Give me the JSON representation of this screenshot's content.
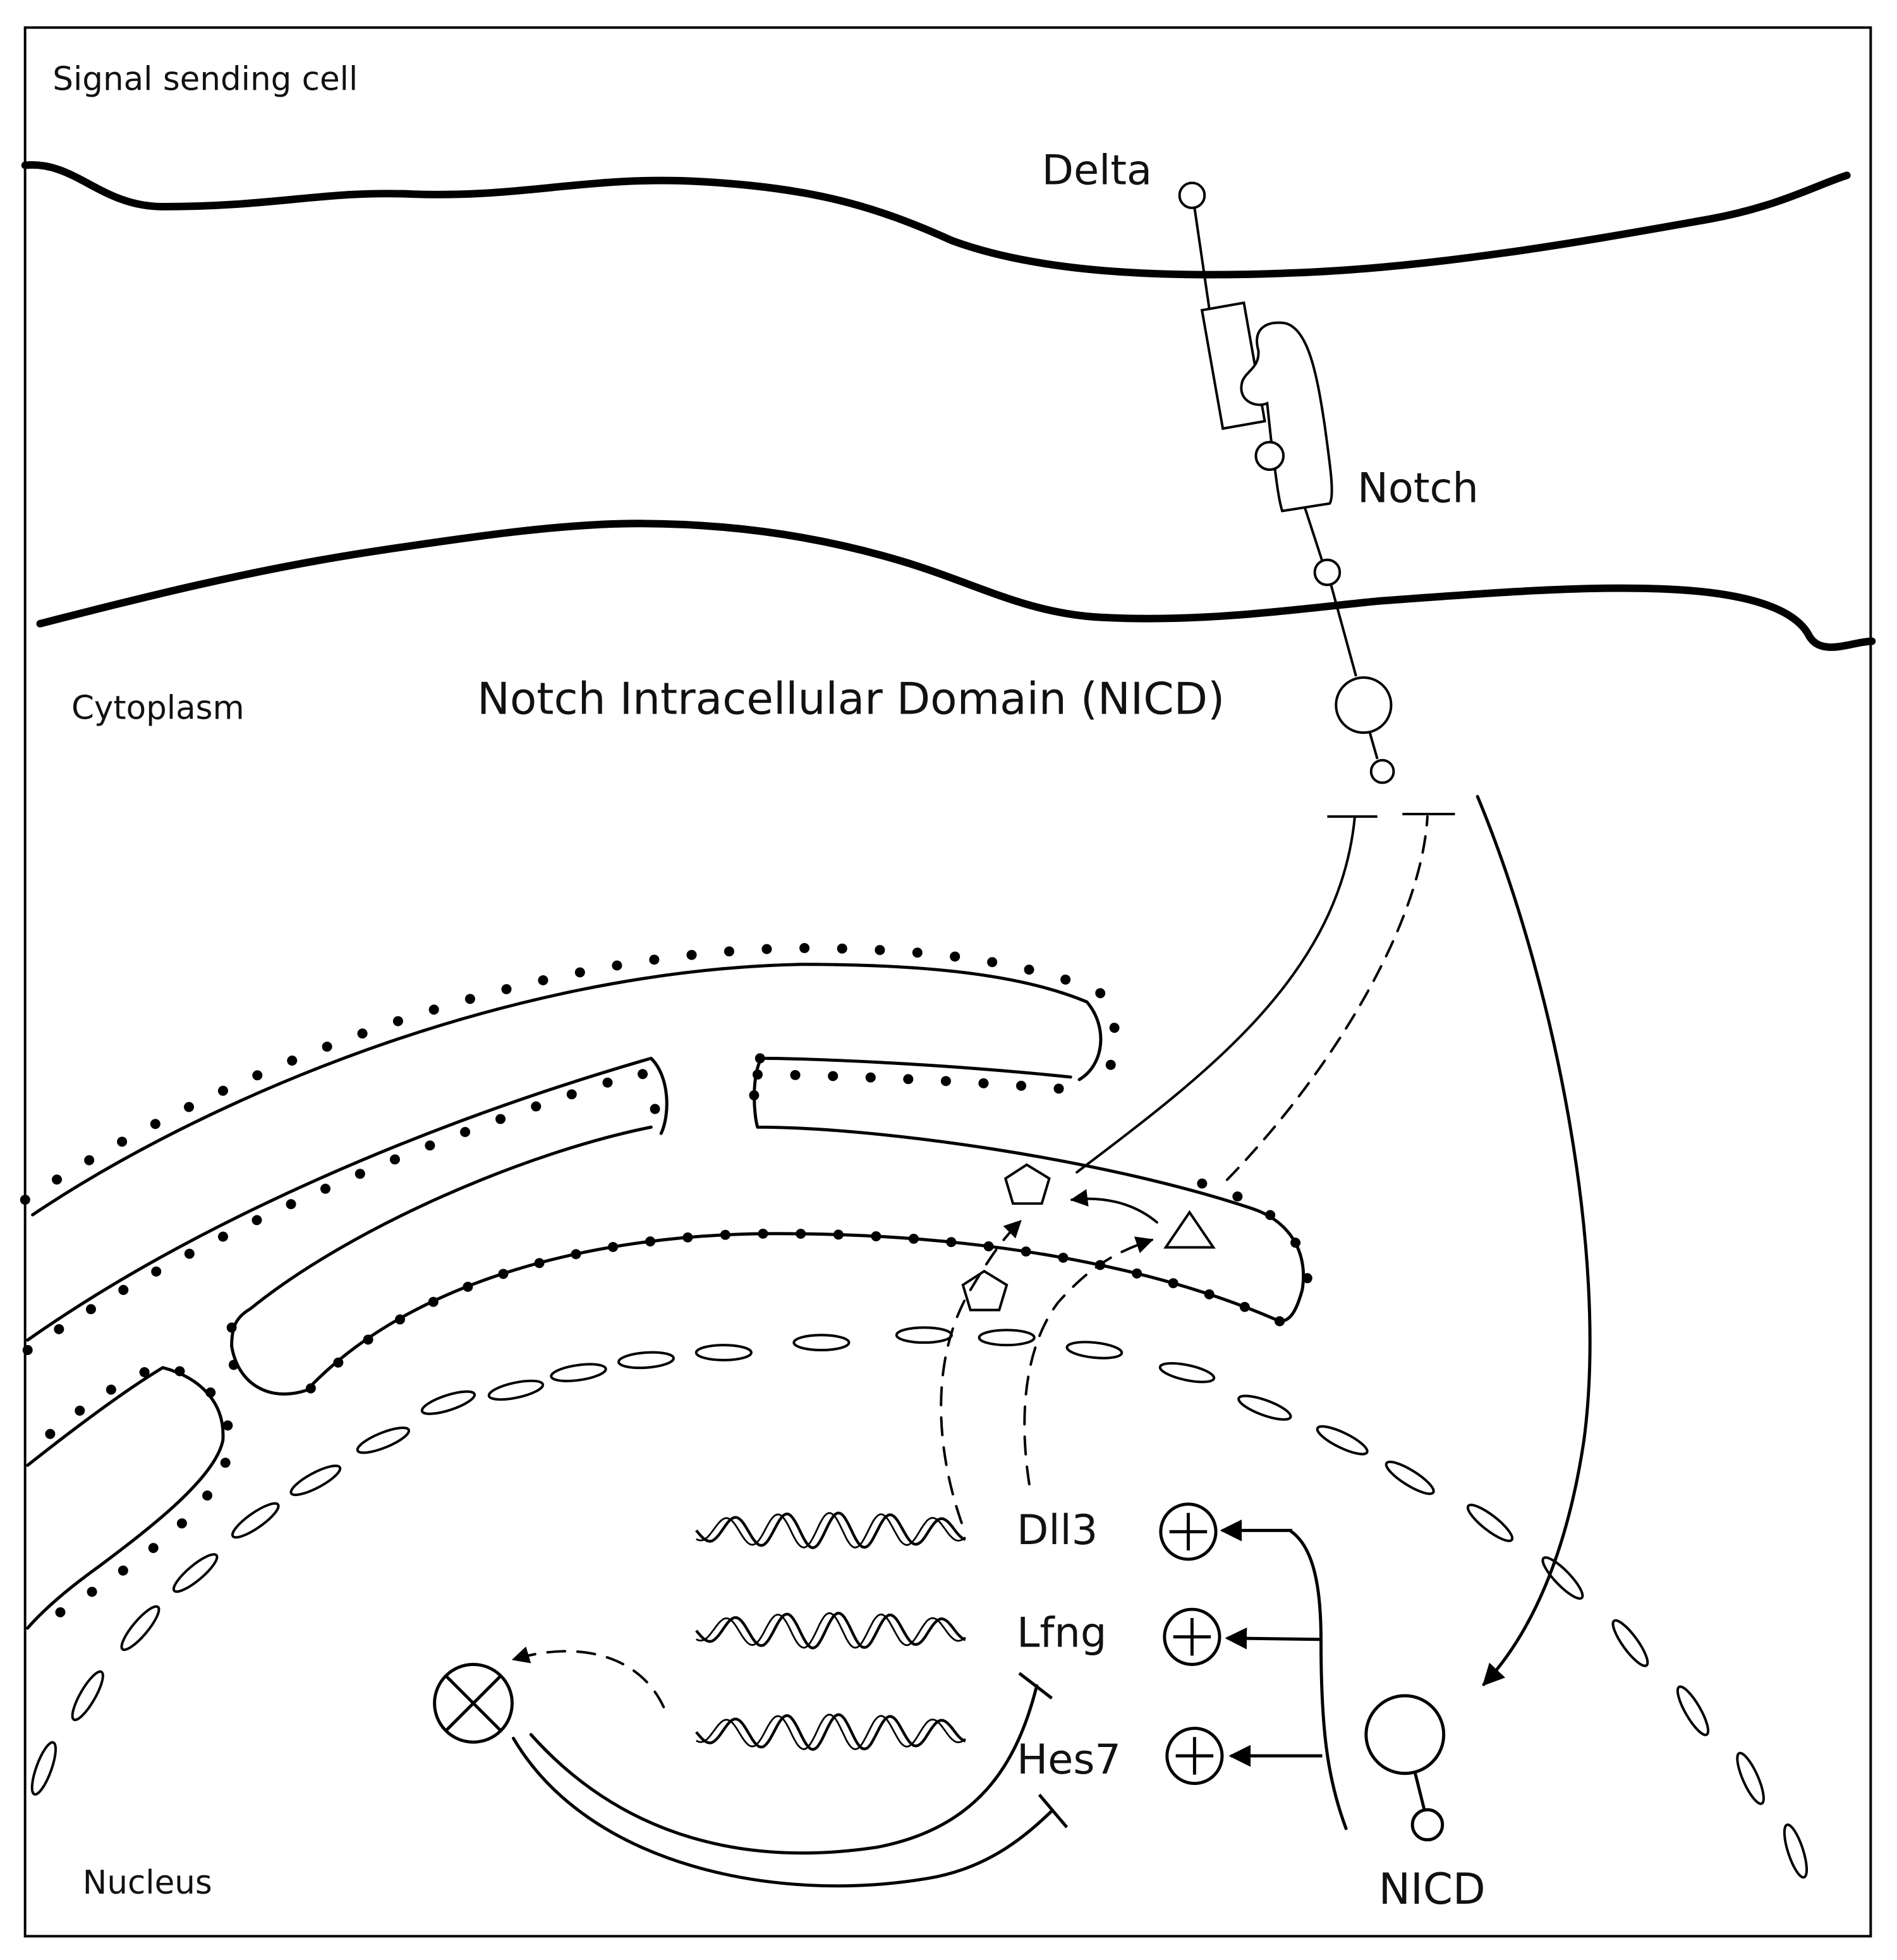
{
  "labels": {
    "signal_sending_cell": "Signal sending cell",
    "delta": "Delta",
    "notch": "Notch",
    "cytoplasm": "Cytoplasm",
    "nicd_full": "Notch Intracellular Domain (NICD)",
    "dll3": "Dll3",
    "lfng": "Lfng",
    "hes7": "Hes7",
    "nucleus": "Nucleus",
    "nicd": "NICD"
  }
}
